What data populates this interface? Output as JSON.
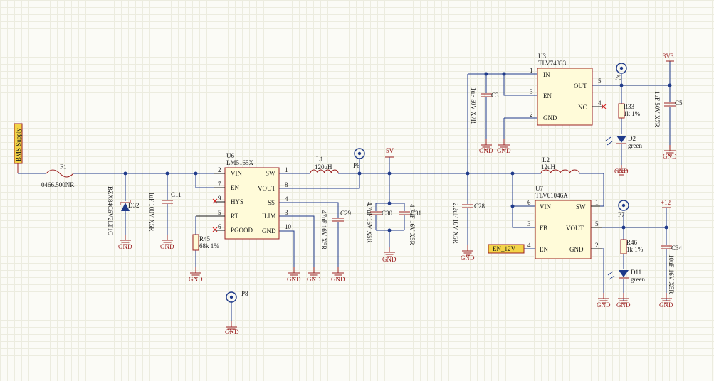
{
  "port": {
    "name": "BMS Supply"
  },
  "fuse": {
    "ref": "F1",
    "value": "0466.500NR"
  },
  "d32": {
    "ref": "D32",
    "value": "BZX84C6V2LT1G"
  },
  "c11": {
    "ref": "C11",
    "value": "1uF 100V X5R"
  },
  "u6": {
    "ref": "U6",
    "part": "LM5165X",
    "pins": {
      "vin": "VIN",
      "en": "EN",
      "hys": "HYS",
      "rt": "RT",
      "pgood": "PGOOD",
      "sw": "SW",
      "vout": "VOUT",
      "ss": "SS",
      "ilim": "ILIM",
      "gnd": "GND"
    },
    "nums": {
      "vin": "2",
      "en": "7",
      "hys": "9",
      "rt": "5",
      "pgood": "6",
      "sw": "1",
      "vout": "8",
      "ss": "4",
      "ilim": "3",
      "gnd": "10"
    }
  },
  "r45": {
    "ref": "R45",
    "value": "68k 1%"
  },
  "c29": {
    "ref": "C29",
    "value": "47nF 16V X5R"
  },
  "l1": {
    "ref": "L1",
    "value": "120uH"
  },
  "p6": {
    "ref": "P6"
  },
  "p8": {
    "ref": "P8"
  },
  "net_5v": {
    "label": "5V"
  },
  "c30": {
    "ref": "C30",
    "value": "4.7uF 16V X5R"
  },
  "c31": {
    "ref": "C31",
    "value": "4.7uF 16V X5R"
  },
  "c28": {
    "ref": "C28",
    "value": "2.2uF 16V X5R"
  },
  "c3": {
    "ref": "C3",
    "value": "1uF 50V X7R"
  },
  "u3": {
    "ref": "U3",
    "part": "TLV74333",
    "pins": {
      "in": "IN",
      "en": "EN",
      "gnd": "GND",
      "out": "OUT",
      "nc": "NC"
    },
    "nums": {
      "in": "1",
      "en": "3",
      "gnd": "2",
      "out": "5",
      "nc": "4"
    }
  },
  "p5": {
    "ref": "P5"
  },
  "r33": {
    "ref": "R33",
    "value": "1k 1%"
  },
  "d2": {
    "ref": "D2",
    "value": "green"
  },
  "net_3v3": {
    "label": "3V3"
  },
  "c5": {
    "ref": "C5",
    "value": "1uF 50V X7R"
  },
  "l2": {
    "ref": "L2",
    "value": "12uH"
  },
  "u7": {
    "ref": "U7",
    "part": "TLV61046A",
    "pins": {
      "vin": "VIN",
      "fb": "FB",
      "en": "EN",
      "sw": "SW",
      "vout": "VOUT",
      "gnd": "GND"
    },
    "nums": {
      "vin": "6",
      "fb": "3",
      "en": "4",
      "sw": "1",
      "vout": "5",
      "gnd": "2"
    }
  },
  "p7": {
    "ref": "P7"
  },
  "net_12": {
    "label": "+12"
  },
  "r46": {
    "ref": "R46",
    "value": "1k 1%"
  },
  "d11": {
    "ref": "D11",
    "value": "green"
  },
  "c34": {
    "ref": "C34",
    "value": "10uF 16V X5R"
  },
  "en12": {
    "label": "EN_12V"
  },
  "gnd": {
    "label": "GND"
  }
}
